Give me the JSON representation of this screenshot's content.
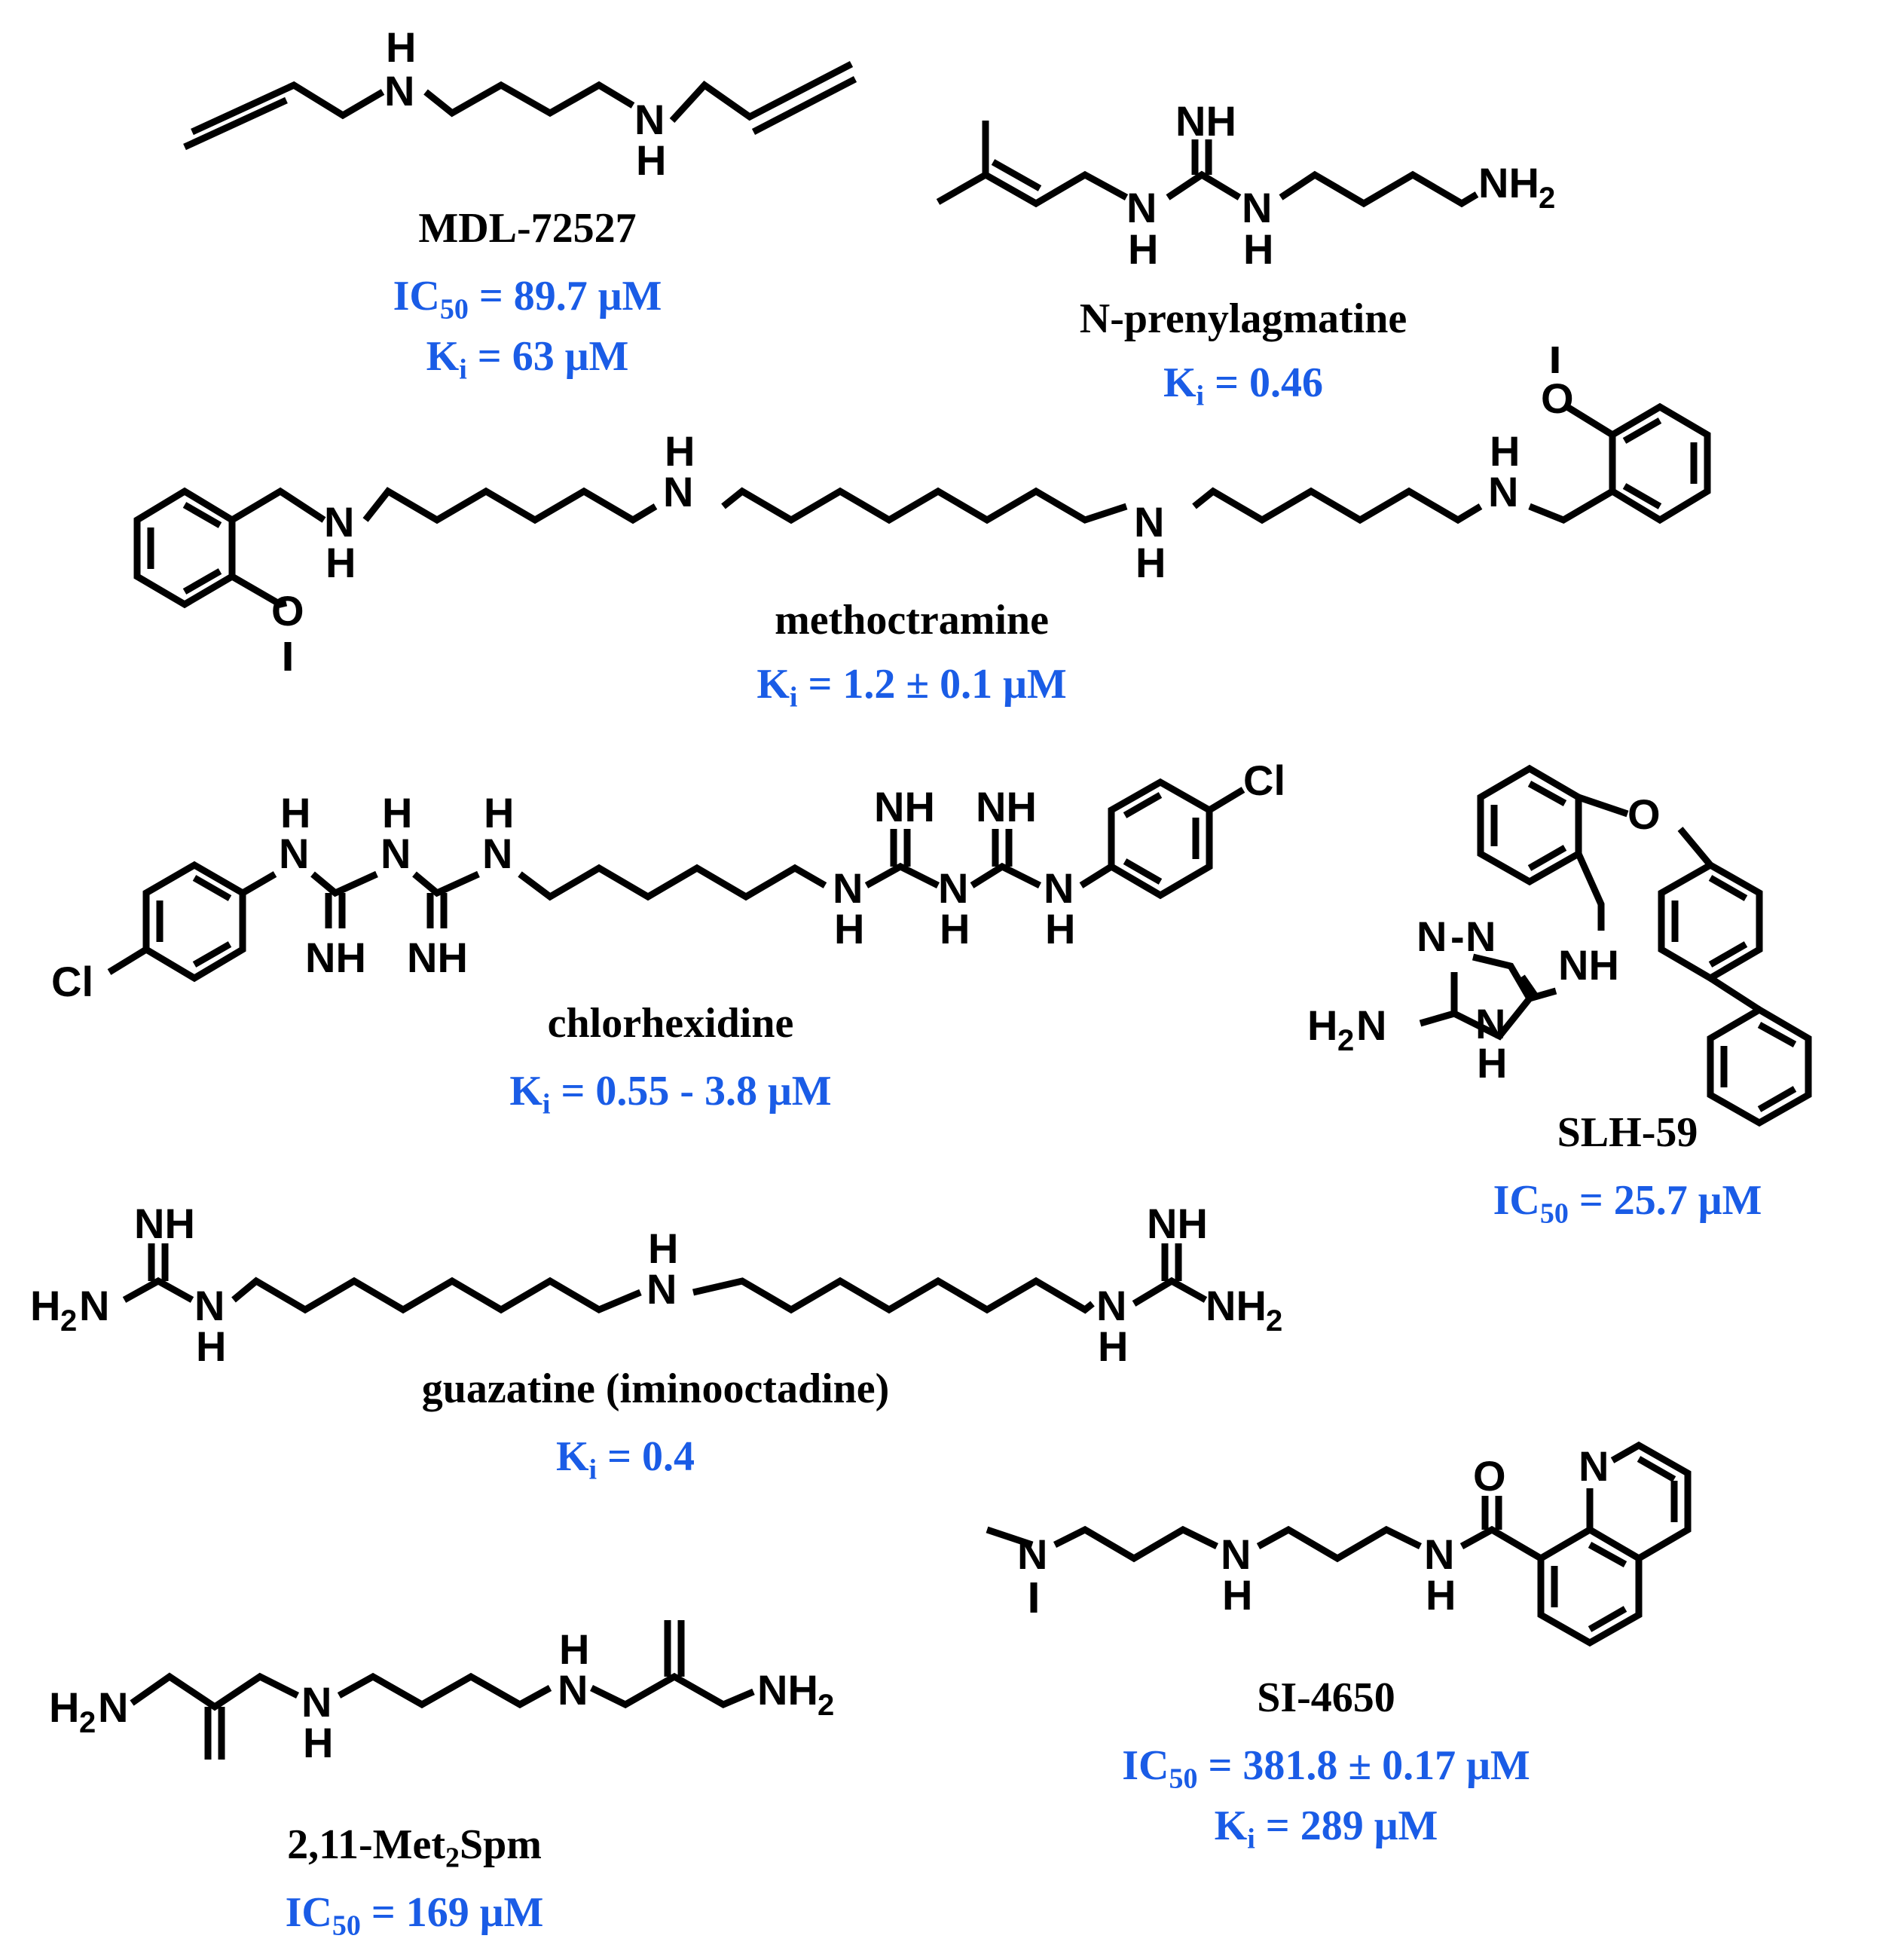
{
  "colors": {
    "name": "#000000",
    "value": "#1a5ce6",
    "bond": "#000000"
  },
  "compounds": [
    {
      "id": "mdl",
      "name": "MDL-72527",
      "values": [
        {
          "sym": "IC",
          "sub": "50",
          "text": " = 89.7 μM"
        },
        {
          "sym": "K",
          "sub": "i",
          "text": " = 63 μM"
        }
      ]
    },
    {
      "id": "prenylagmatine",
      "name": "N-prenylagmatine",
      "values": [
        {
          "sym": "K",
          "sub": "i",
          "text": " = 0.46"
        }
      ]
    },
    {
      "id": "methoctramine",
      "name": "methoctramine",
      "values": [
        {
          "sym": "K",
          "sub": "i",
          "text": " = 1.2 ± 0.1 μM"
        }
      ]
    },
    {
      "id": "chlorhexidine",
      "name": "chlorhexidine",
      "values": [
        {
          "sym": "K",
          "sub": "i",
          "text": " = 0.55 - 3.8 μM"
        }
      ]
    },
    {
      "id": "slh59",
      "name": "SLH-59",
      "values": [
        {
          "sym": "IC",
          "sub": "50",
          "text": " = 25.7 μM"
        }
      ]
    },
    {
      "id": "guazatine",
      "name": "guazatine (iminooctadine)",
      "values": [
        {
          "sym": "K",
          "sub": "i",
          "text": " = 0.4"
        }
      ]
    },
    {
      "id": "si4650",
      "name": "SI-4650",
      "values": [
        {
          "sym": "IC",
          "sub": "50",
          "text": " = 381.8 ± 0.17 μM"
        },
        {
          "sym": "K",
          "sub": "i",
          "text": " = 289 μM"
        }
      ]
    },
    {
      "id": "met2spm",
      "name_parts": {
        "pre": "2,11-Met",
        "sub": "2",
        "post": "Spm"
      },
      "values": [
        {
          "sym": "IC",
          "sub": "50",
          "text": " = 169 μM"
        }
      ]
    }
  ]
}
